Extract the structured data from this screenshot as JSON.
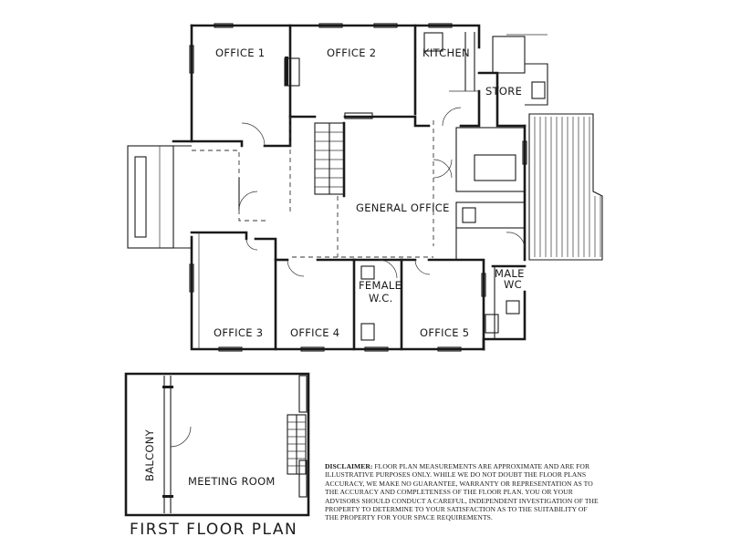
{
  "rooms": {
    "office_1": "OFFICE 1",
    "office_2": "OFFICE 2",
    "kitchen": "KITCHEN",
    "store": "STORE",
    "general_office": "GENERAL OFFICE",
    "office_3": "OFFICE 3",
    "office_4": "OFFICE 4",
    "female_wc_line1": "FEMALE",
    "female_wc_line2": "W.C.",
    "office_5": "OFFICE 5",
    "male_wc_line1": "MALE",
    "male_wc_line2": "WC",
    "balcony": "BALCONY",
    "meeting_room": "MEETING ROOM"
  },
  "first_floor_title": "FIRST FLOOR PLAN",
  "disclaimer": {
    "label": "DISCLAIMER:",
    "text": "Floor plan measurements are approximate and are for illustrative purposes only. While we do not doubt the floor plans accuracy, we make no guarantee, warranty or representation as to the accuracy and completeness of the floor plan. You or your advisors should conduct a careful, independent investigation of the property to determine to your satisfaction as to the suitability of the property for your space requirements."
  }
}
